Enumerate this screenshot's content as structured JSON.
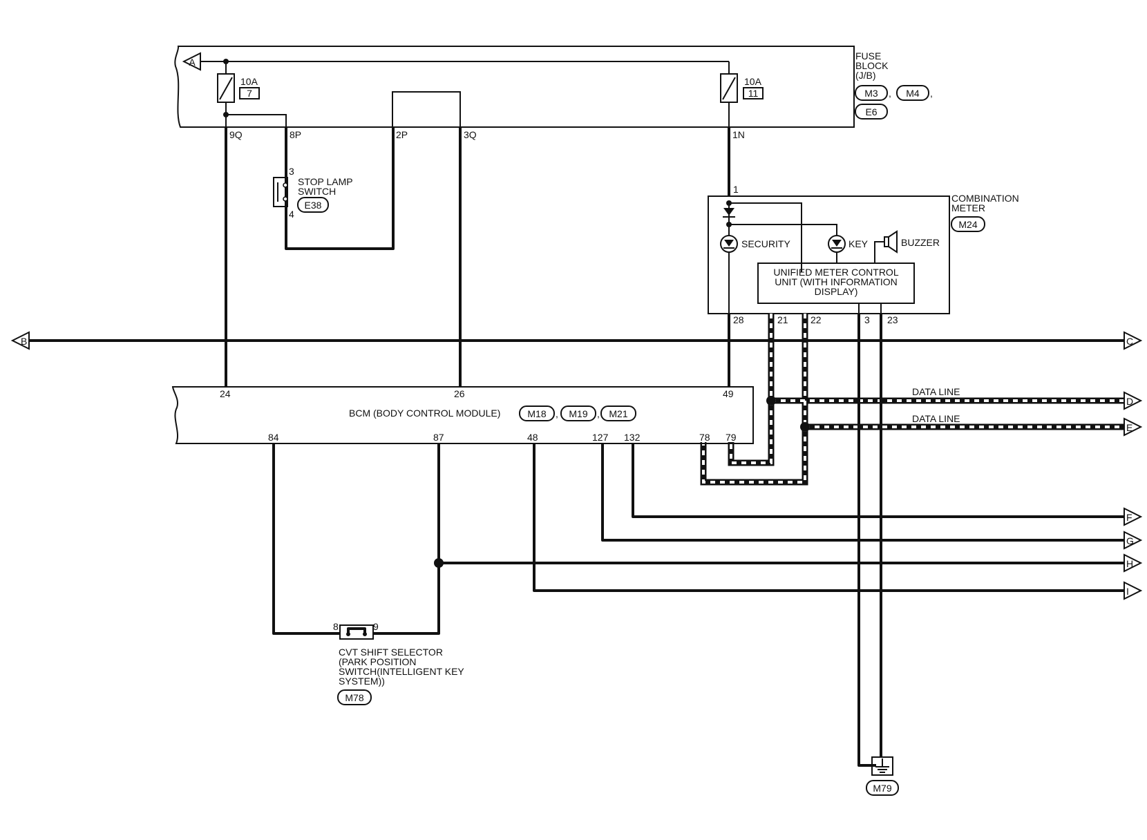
{
  "fuse_block": {
    "title_lines": [
      "FUSE",
      "BLOCK",
      "(J/B)"
    ],
    "connectors": [
      "M3",
      "M4",
      "E6"
    ],
    "fuse_left": {
      "rating": "10A",
      "number": "7"
    },
    "fuse_right": {
      "rating": "10A",
      "number": "11"
    },
    "terminals": [
      "9Q",
      "8P",
      "2P",
      "3Q",
      "1N"
    ]
  },
  "stop_lamp_switch": {
    "name_lines": [
      "STOP LAMP",
      "SWITCH"
    ],
    "connector": "E38",
    "pins": [
      "3",
      "4"
    ]
  },
  "combination_meter": {
    "title_lines": [
      "COMBINATION",
      "METER"
    ],
    "connector": "M24",
    "pin_top": "1",
    "indicators": [
      "SECURITY",
      "KEY",
      "BUZZER"
    ],
    "control_unit_lines": [
      "UNIFIED METER CONTROL",
      "UNIT (WITH INFORMATION",
      "DISPLAY)"
    ],
    "pins_bottom": [
      "28",
      "21",
      "22",
      "3",
      "23"
    ]
  },
  "bcm": {
    "label": "BCM (BODY CONTROL MODULE)",
    "connectors": [
      "M18",
      "M19",
      "M21"
    ],
    "pins_top": [
      "24",
      "26",
      "49"
    ],
    "pins_bottom": [
      "84",
      "87",
      "48",
      "127",
      "132",
      "78",
      "79"
    ]
  },
  "data_lines": [
    "DATA LINE",
    "DATA LINE"
  ],
  "continuations": [
    "A",
    "B",
    "C",
    "D",
    "E",
    "F",
    "G",
    "H",
    "I"
  ],
  "cvt_selector": {
    "name_lines": [
      "CVT SHIFT SELECTOR",
      "(PARK POSITION",
      "SWITCH(INTELLIGENT KEY",
      "SYSTEM))"
    ],
    "connector": "M78",
    "pins": [
      "8",
      "9"
    ]
  },
  "ground": {
    "connector": "M79"
  }
}
